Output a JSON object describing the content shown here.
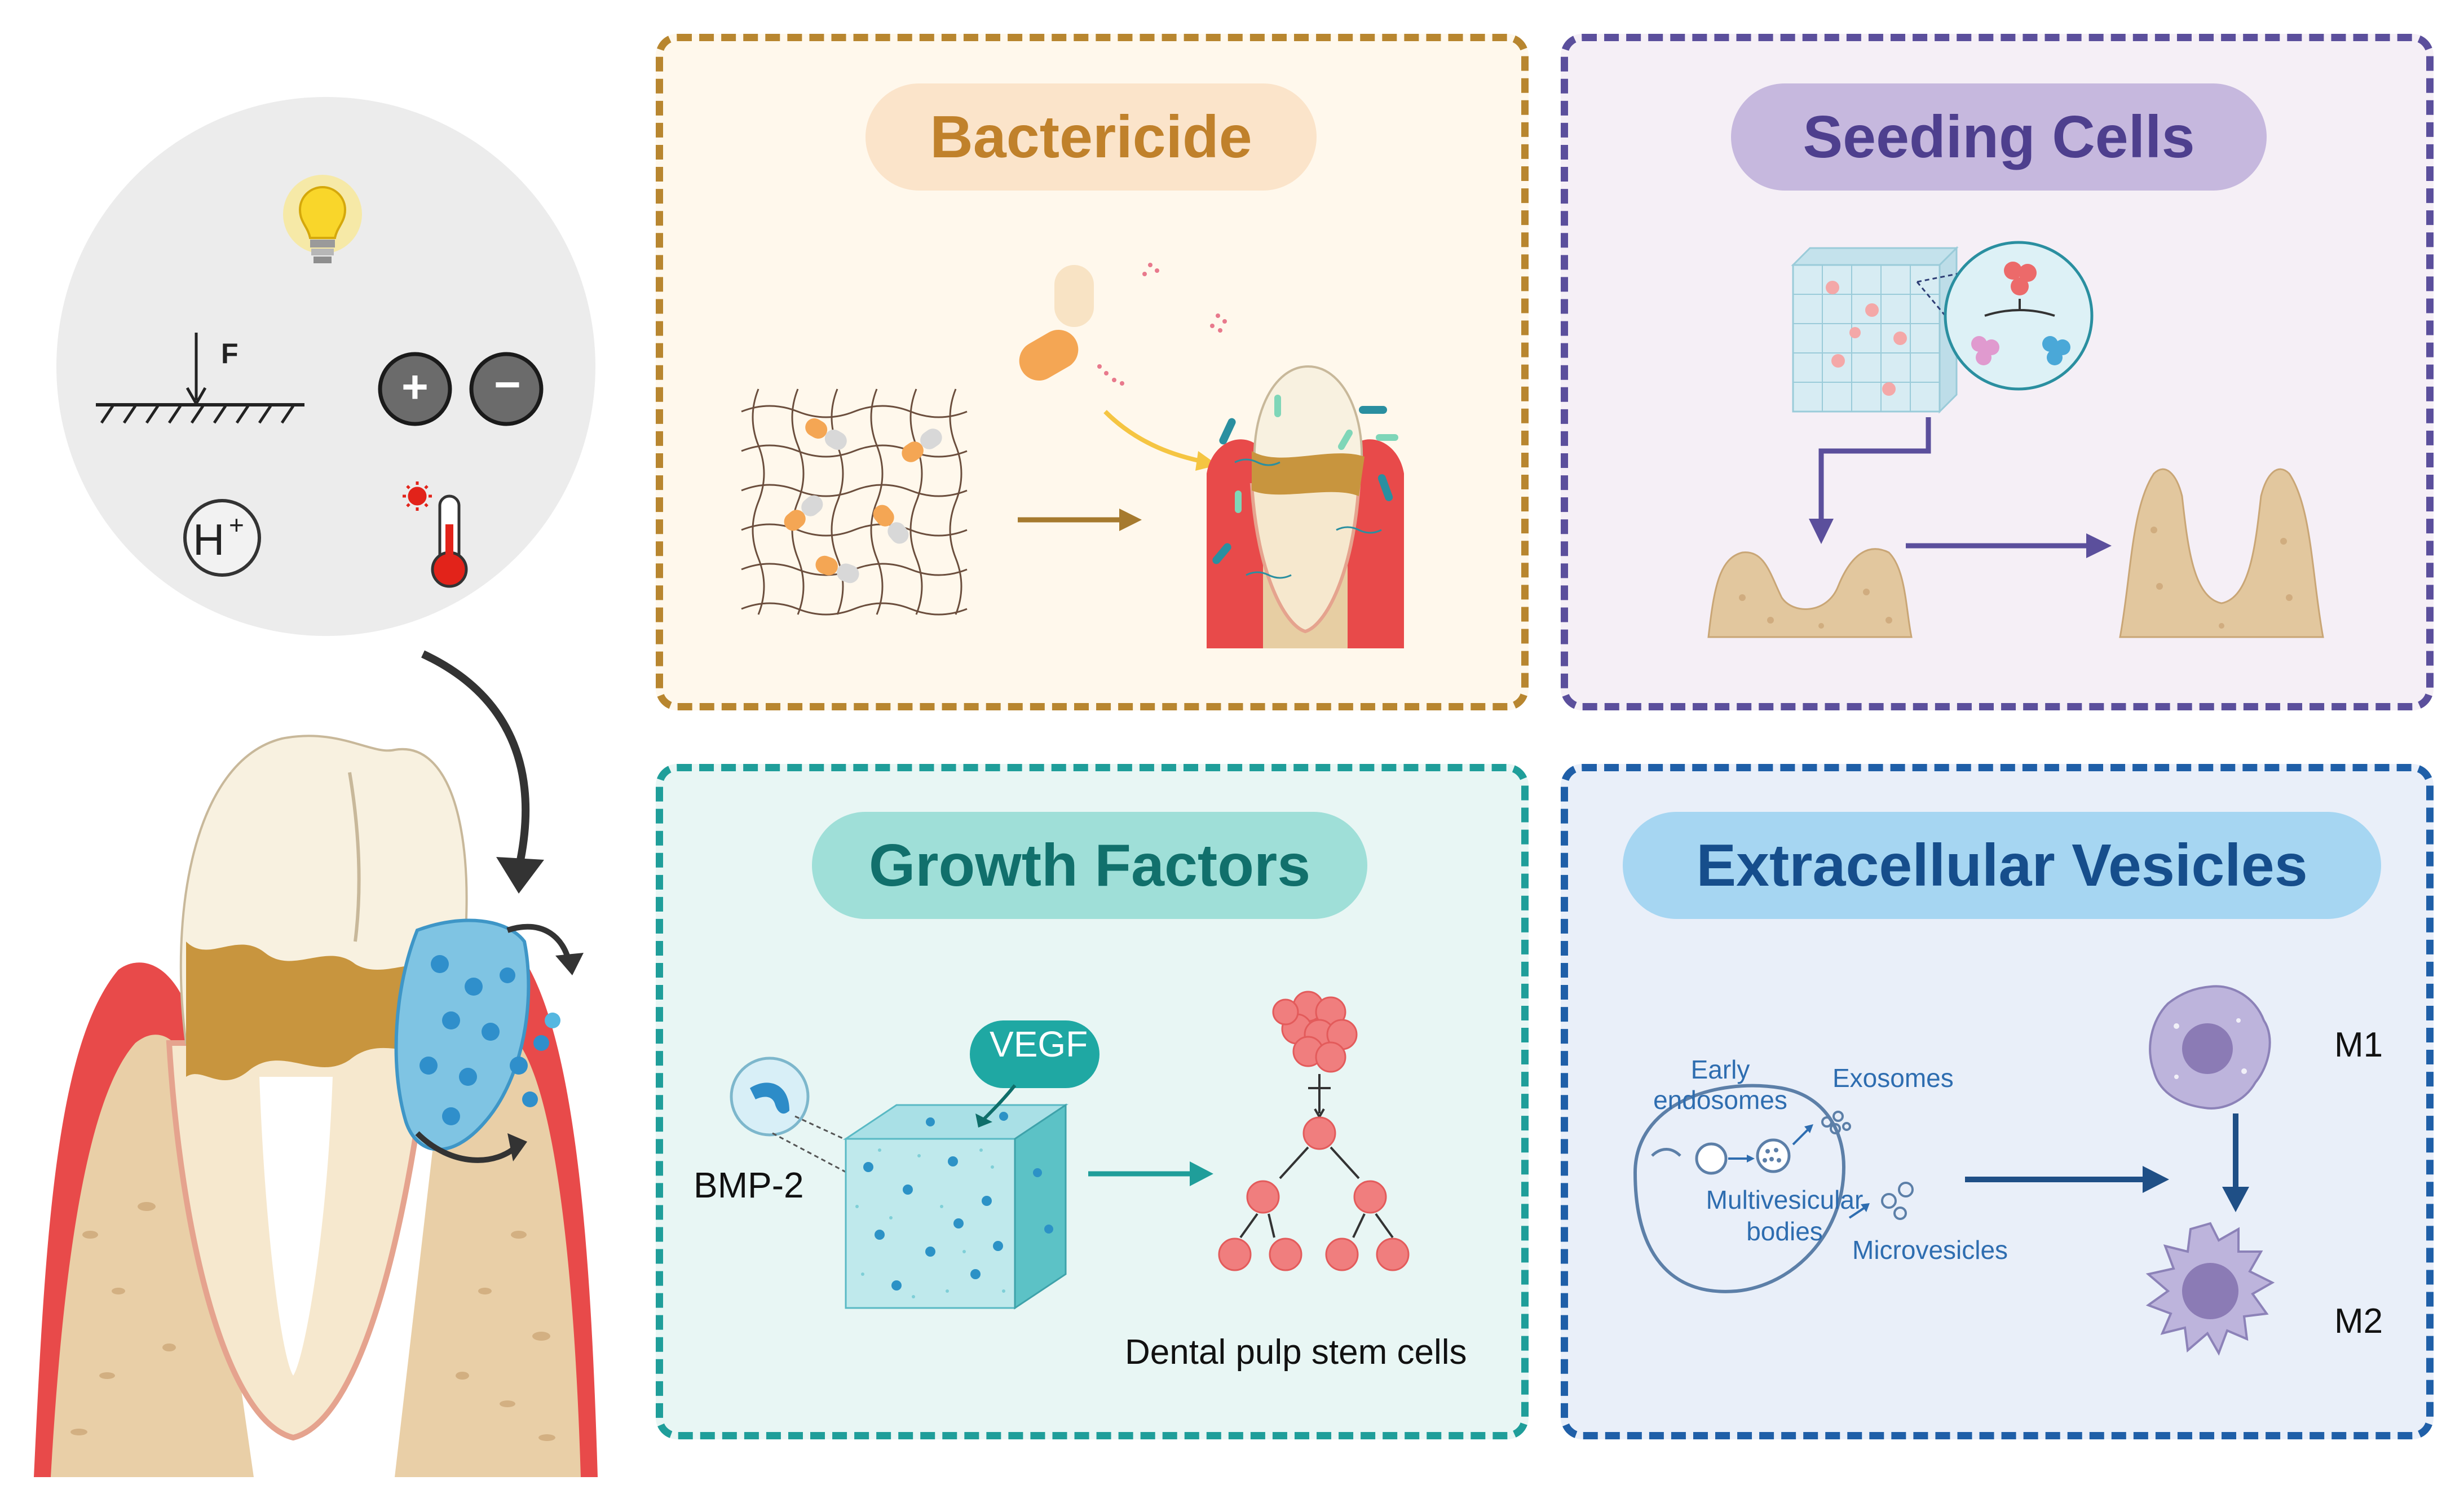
{
  "stimuli": {
    "force_label": "F",
    "plus_symbol": "+",
    "minus_symbol": "−",
    "proton_label": "H",
    "proton_charge": "+"
  },
  "panels": {
    "bactericide": {
      "title": "Bactericide"
    },
    "seeding_cells": {
      "title": "Seeding Cells"
    },
    "growth_factors": {
      "title": "Growth Factors",
      "vegf_label": "VEGF",
      "bmp_label": "BMP-2",
      "cells_label": "Dental pulp stem cells"
    },
    "extracellular_vesicles": {
      "title": "Extracellular Vesicles",
      "early_endosomes": "Early endosomes",
      "exosomes": "Exosomes",
      "multivesicular_bodies": "Multivesicular bodies",
      "microvesicles": "Microvesicles",
      "m1_label": "M1",
      "m2_label": "M2"
    }
  },
  "colors": {
    "bactericide": "#B8862F",
    "seeding": "#5B4F9C",
    "growth": "#1F9E9A",
    "vesicles": "#1F5FA8"
  }
}
